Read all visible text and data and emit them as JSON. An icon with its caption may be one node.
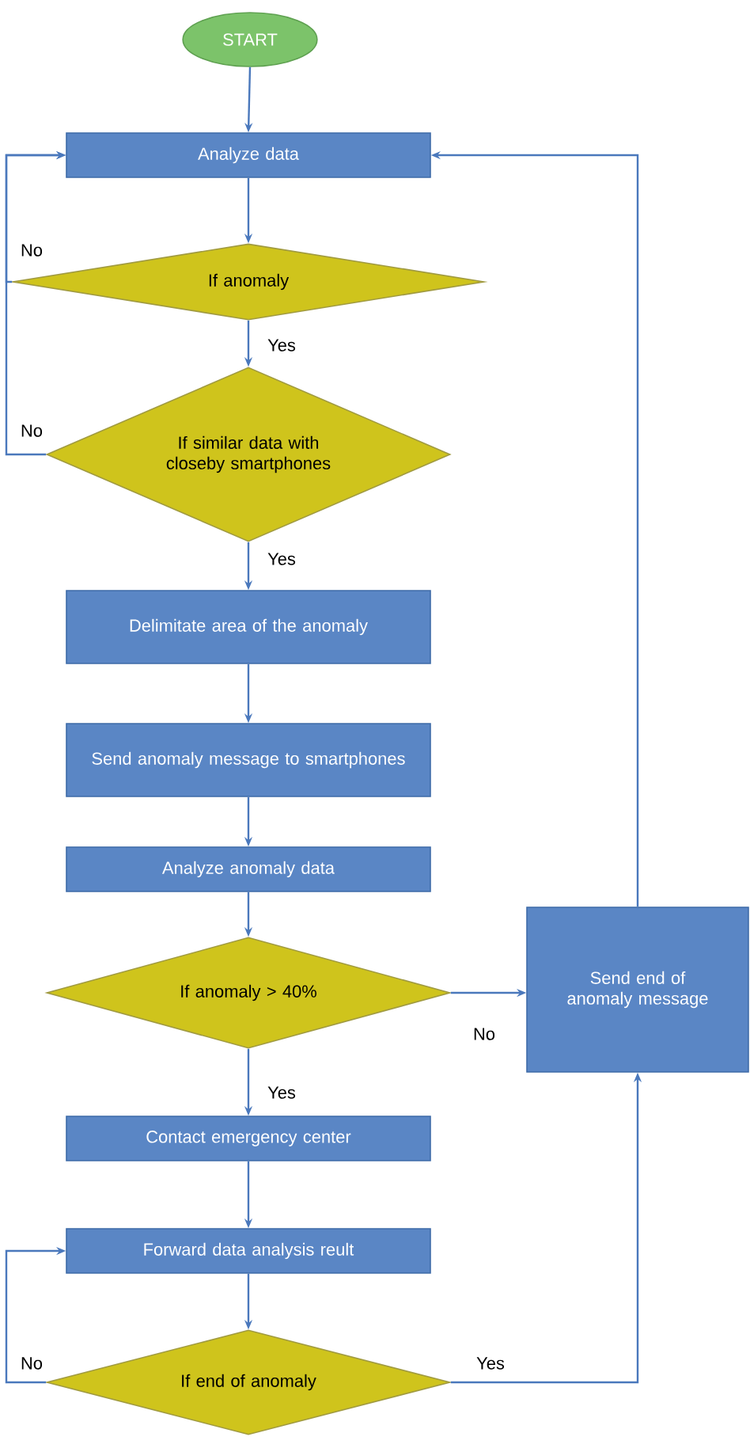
{
  "diagram": {
    "nodes": [
      {
        "text": [
          "START"
        ]
      },
      {
        "text": [
          "Analyze data"
        ]
      },
      {
        "text": [
          "If anomaly"
        ]
      },
      {
        "text": [
          "If similar data with closeby smartphones"
        ]
      },
      {
        "text": [
          "Delimitate area of the anomaly"
        ]
      },
      {
        "text": [
          "Send anomaly message to smartphones"
        ]
      },
      {
        "text": [
          "Analyze anomaly data"
        ]
      },
      {
        "text": [
          "If anomaly > 40%"
        ]
      },
      {
        "text": [
          "Send end of anomaly message"
        ]
      },
      {
        "text": [
          "Contact emergency center"
        ]
      },
      {
        "text": [
          "Forward data analysis reult"
        ]
      },
      {
        "text": [
          "If end of anomaly"
        ]
      }
    ],
    "edges": [
      {
        "from": 0,
        "to": 1,
        "arrow": "to"
      },
      {
        "from": 1,
        "to": 2,
        "arrow": "to"
      },
      {
        "from": 2,
        "to": 3,
        "arrow": "to",
        "label": "Yes"
      },
      {
        "from": 2,
        "to": 1,
        "arrow": "to",
        "label": "No"
      },
      {
        "from": 3,
        "to": 4,
        "arrow": "to",
        "label": "Yes"
      },
      {
        "from": 3,
        "to": 1,
        "arrow": "to",
        "label": "No"
      },
      {
        "from": 4,
        "to": 5,
        "arrow": "to"
      },
      {
        "from": 5,
        "to": 6,
        "arrow": "to"
      },
      {
        "from": 6,
        "to": 7,
        "arrow": "to"
      },
      {
        "from": 7,
        "to": 9,
        "arrow": "to",
        "label": "Yes"
      },
      {
        "from": 7,
        "to": 8,
        "arrow": "to",
        "label": "No"
      },
      {
        "from": 8,
        "to": 1,
        "arrow": "to"
      },
      {
        "from": 9,
        "to": 10,
        "arrow": "to"
      },
      {
        "from": 10,
        "to": 11,
        "arrow": "to"
      },
      {
        "from": 11,
        "to": 10,
        "arrow": "to",
        "label": "No"
      },
      {
        "from": 11,
        "to": 8,
        "arrow": "to",
        "label": "Yes"
      }
    ]
  }
}
